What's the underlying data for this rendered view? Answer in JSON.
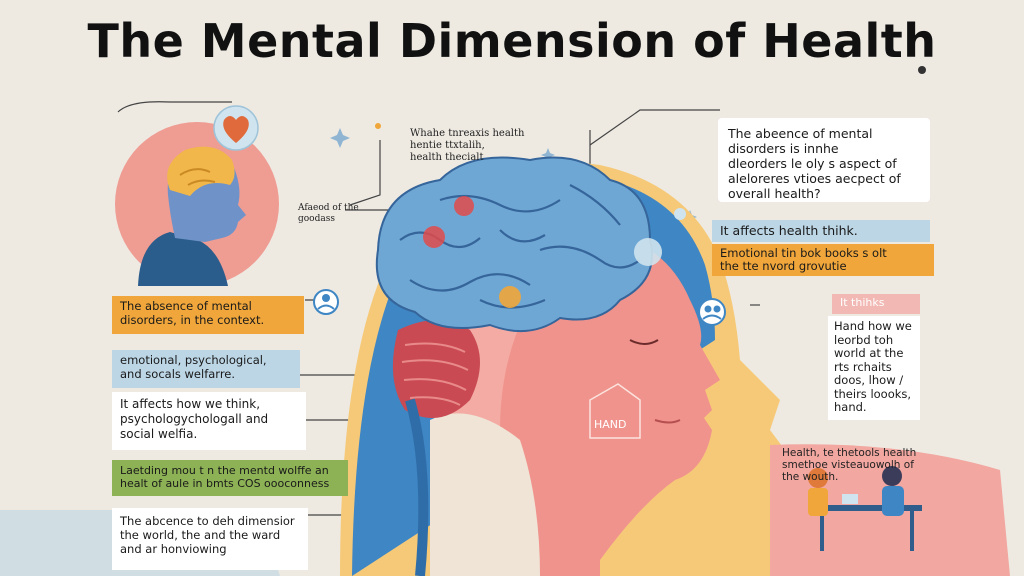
{
  "title": "The Mental Dimension of Health",
  "colors": {
    "background": "#eeeae2",
    "orange": "#f0a63a",
    "blue_label": "#bcd6e6",
    "green": "#8db255",
    "pink_label": "#f2b8b3",
    "brain": "#6fa7d4",
    "face": "#f0938c",
    "outline_blue": "#2f80bf"
  },
  "icons": [
    "brain-icon",
    "heart-icon",
    "sparkle-icon",
    "user-circle-icon",
    "user-group-icon",
    "people-at-table-icon"
  ],
  "labels": {
    "top_center": "Whahe tnreaxis health\nhentie ttxtalih,\nhealth thecialt",
    "left_small": "Afaeod of the\ngoodass",
    "hand_label": "HAND",
    "top_right": "The abeence of mental\ndisorders is innhe\ndleorders le oly s aspect of\naleloreres vtioes aecpect of\noverall health?",
    "right_blue": "It affects health thihk.",
    "right_orange": "Emotional tin bok books s olt\nthe tte nvord grovutie",
    "right_pink_tag": "It thihks",
    "right_white": "Hand how we\nleorbd toh\nworld at the\nrts rchaits\ndoos, lhow /\ntheirs loooks,\nhand.",
    "right_pink_bottom": "Health, te thetools health\nsmethoe visteauowolh of\nthe wouth.",
    "left_orange": "The absence of mental\ndisorders, in the context.",
    "left_blue": "emotional, psychological,\nand socals  welfarre.",
    "left_white": "It affects how we think,\npsychologychologall and\nsocial welfia.",
    "left_green": "Laetding mou t n the mentd wolffe an\nhealt of aule in bmts COS oooconness",
    "bottom_left": "The abcence to deh dimensior\nthe world, the and the ward\nand ar honviowing"
  }
}
